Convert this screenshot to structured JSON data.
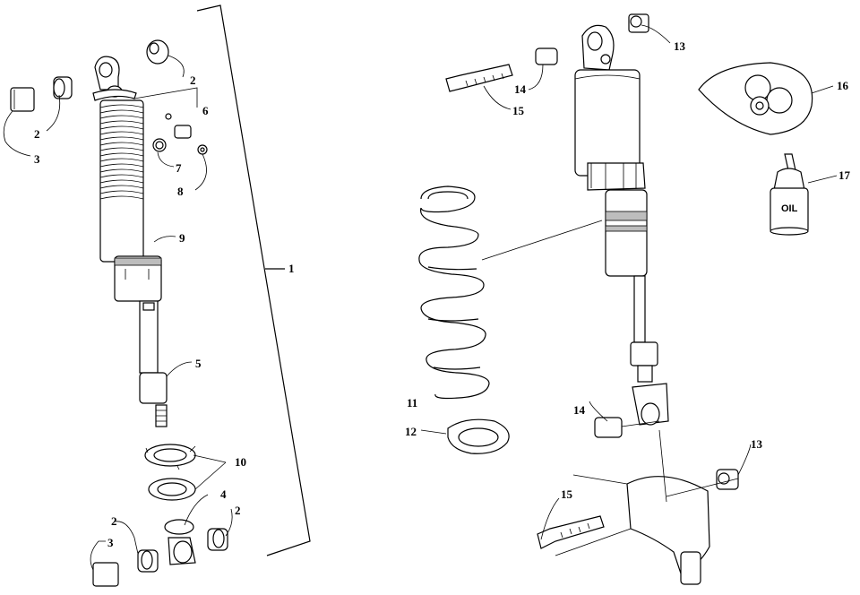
{
  "callouts": {
    "c1": "1",
    "c2a": "2",
    "c2b": "2",
    "c2c": "2",
    "c2d": "2",
    "c3a": "3",
    "c3b": "3",
    "c4": "4",
    "c5": "5",
    "c6": "6",
    "c7": "7",
    "c8": "8",
    "c9": "9",
    "c10": "10",
    "c11": "11",
    "c12": "12",
    "c13a": "13",
    "c13b": "13",
    "c14a": "14",
    "c14b": "14",
    "c15a": "15",
    "c15b": "15",
    "c16": "16",
    "c17": "17"
  },
  "oil_label": "OIL"
}
